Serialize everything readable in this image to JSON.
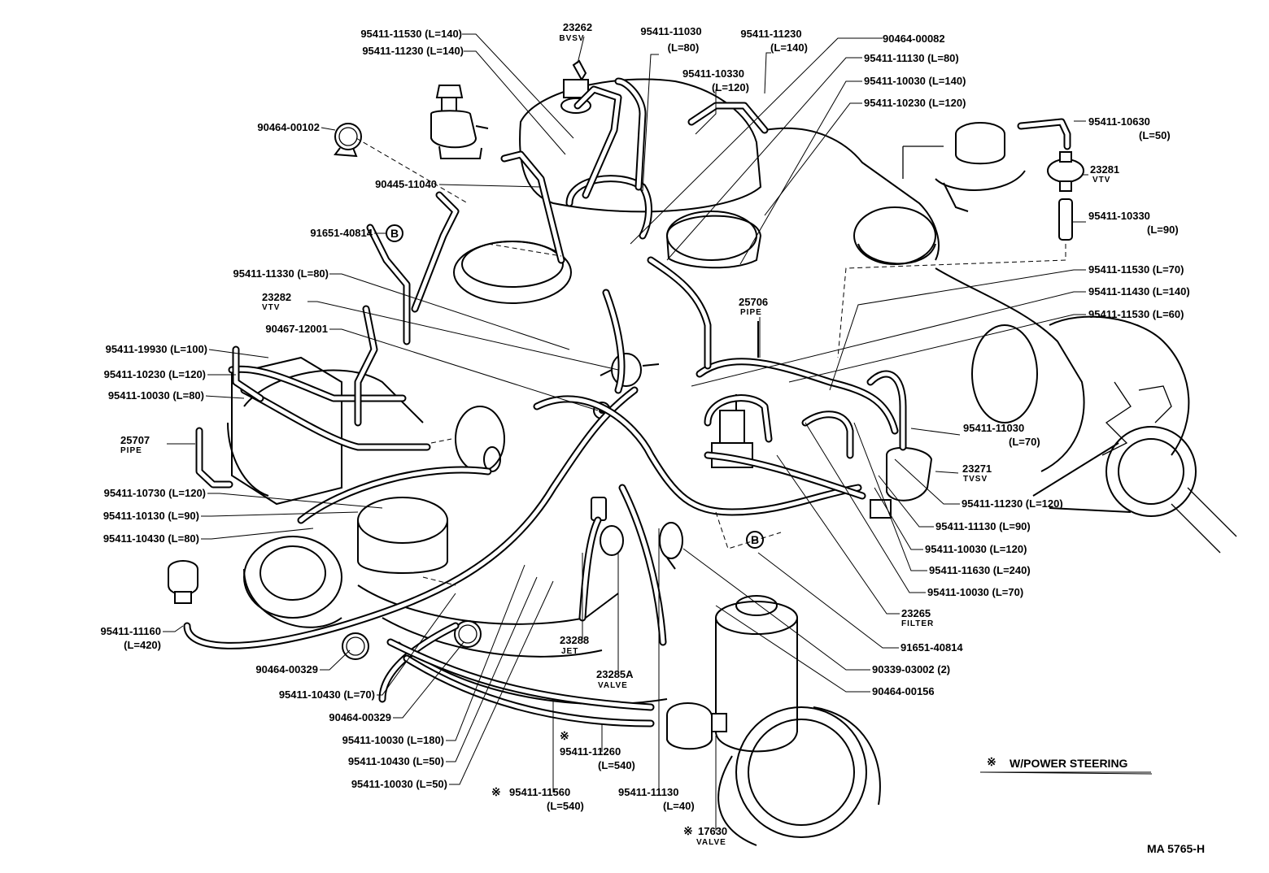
{
  "callouts": {
    "c01": {
      "code": "95411-11530 (L=140)"
    },
    "c02": {
      "code": "95411-11230 (L=140)"
    },
    "c03": {
      "code": "23262",
      "sub": "BVSV"
    },
    "c04": {
      "code": "95411-11030",
      "sub": "(L=80)"
    },
    "c05": {
      "code": "95411-11230",
      "sub": "(L=140)"
    },
    "c06": {
      "code": "90464-00082"
    },
    "c07": {
      "code": "95411-10330",
      "sub": "(L=120)"
    },
    "c08": {
      "code": "95411-11130 (L=80)"
    },
    "c09": {
      "code": "95411-10030 (L=140)"
    },
    "c10": {
      "code": "95411-10230 (L=120)"
    },
    "c11": {
      "code": "95411-10630",
      "sub": "(L=50)"
    },
    "c12": {
      "code": "23281",
      "sub": "VTV"
    },
    "c13": {
      "code": "95411-10330",
      "sub": "(L=90)"
    },
    "c14": {
      "code": "90464-00102"
    },
    "c15": {
      "code": "90445-11040"
    },
    "c16": {
      "code": "91651-40814"
    },
    "c17": {
      "code": "95411-11330 (L=80)"
    },
    "c18": {
      "code": "23282",
      "sub": "VTV"
    },
    "c19": {
      "code": "90467-12001"
    },
    "c20": {
      "code": "95411-19930 (L=100)"
    },
    "c21": {
      "code": "95411-10230 (L=120)"
    },
    "c22": {
      "code": "95411-10030 (L=80)"
    },
    "c23": {
      "code": "25707",
      "sub": "PIPE"
    },
    "c24": {
      "code": "95411-11530 (L=70)"
    },
    "c25": {
      "code": "95411-11430 (L=140)"
    },
    "c26": {
      "code": "95411-11530 (L=60)"
    },
    "c27": {
      "code": "25706",
      "sub": "PIPE"
    },
    "c28": {
      "code": "95411-11030",
      "sub": "(L=70)"
    },
    "c29": {
      "code": "23271",
      "sub": "TVSV"
    },
    "c30": {
      "code": "95411-11230 (L=120)"
    },
    "c31": {
      "code": "95411-11130 (L=90)"
    },
    "c32": {
      "code": "95411-10030 (L=120)"
    },
    "c33": {
      "code": "95411-11630 (L=240)"
    },
    "c34": {
      "code": "95411-10030 (L=70)"
    },
    "c35": {
      "code": "23265",
      "sub": "FILTER"
    },
    "c36": {
      "code": "91651-40814"
    },
    "c37": {
      "code": "90339-03002 (2)"
    },
    "c38": {
      "code": "90464-00156"
    },
    "c39": {
      "code": "95411-10730 (L=120)"
    },
    "c40": {
      "code": "95411-10130 (L=90)"
    },
    "c41": {
      "code": "95411-10430 (L=80)"
    },
    "c42": {
      "code": "95411-11160",
      "sub": "(L=420)"
    },
    "c43": {
      "code": "90464-00329"
    },
    "c44": {
      "code": "95411-10430 (L=70)"
    },
    "c45": {
      "code": "90464-00329"
    },
    "c46": {
      "code": "95411-10030 (L=180)"
    },
    "c47": {
      "code": "95411-10430 (L=50)"
    },
    "c48": {
      "code": "95411-10030 (L=50)"
    },
    "c49": {
      "code": "23288",
      "sub": "JET"
    },
    "c50": {
      "code": "23285A",
      "sub": "VALVE"
    },
    "c51": {
      "code": "95411-11260",
      "sub": "(L=540)"
    },
    "c52": {
      "code": "95411-11560",
      "sub": "(L=540)"
    },
    "c53": {
      "code": "95411-11130",
      "sub": "(L=40)"
    },
    "c54": {
      "code": "17630",
      "sub": "VALVE"
    }
  },
  "markers": {
    "star": "※",
    "b": "B"
  },
  "legend": {
    "text": "W/POWER STEERING"
  },
  "drawing_number": "MA 5765-H"
}
